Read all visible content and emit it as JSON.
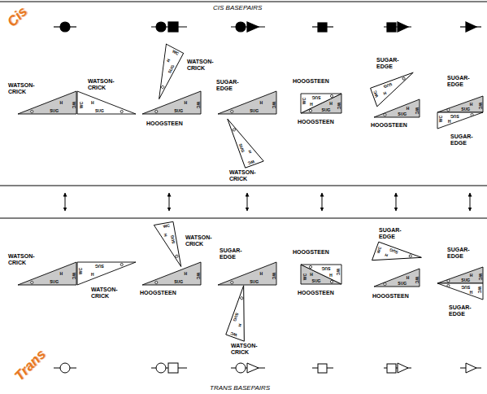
{
  "diagram": {
    "nodes": [
      {
        "text": [
          "SUG",
          "H",
          "WC"
        ]
      },
      {
        "text": [
          "SUG",
          "H",
          "WC"
        ]
      },
      {
        "text": [
          "SUG",
          "H",
          "WC"
        ]
      },
      {
        "text": [
          "SUG",
          "H",
          "WC"
        ]
      },
      {
        "text": [
          "SUG",
          "H",
          "WC"
        ]
      },
      {
        "text": [
          "SUG",
          "H",
          "WC"
        ]
      },
      {
        "text": [
          "SUG",
          "H",
          "WC"
        ]
      },
      {
        "text": [
          "SUG",
          "H",
          "WC"
        ]
      },
      {
        "text": [
          "SUG",
          "H",
          "WC"
        ]
      },
      {
        "text": [
          "SUG",
          "H",
          "WC"
        ]
      },
      {
        "text": [
          "SUG",
          "H",
          "WC"
        ]
      },
      {
        "text": [
          "SUG",
          "H",
          "WC"
        ]
      },
      {
        "text": [
          "SUG",
          "H",
          "WC"
        ]
      },
      {
        "text": [
          "SUG",
          "H",
          "WC"
        ]
      },
      {
        "text": [
          "SUG",
          "H",
          "WC"
        ]
      },
      {
        "text": [
          "SUG",
          "H",
          "WC"
        ]
      },
      {
        "text": [
          "SUG",
          "H",
          "WC"
        ]
      },
      {
        "text": [
          "SUG",
          "H",
          "WC"
        ]
      },
      {
        "text": [
          "SUG",
          "H",
          "WC"
        ]
      },
      {
        "text": [
          "SUG",
          "H",
          "WC"
        ]
      },
      {
        "text": [
          "SUG",
          "H",
          "WC"
        ]
      },
      {
        "text": [
          "SUG",
          "H",
          "WC"
        ]
      },
      {
        "text": [
          "SUG",
          "H",
          "WC"
        ]
      },
      {
        "text": [
          "SUG",
          "H",
          "WC"
        ]
      }
    ],
    "labels": [
      "Cis",
      "CIS BASEPAIRS",
      "WATSON-CRICK",
      "WATSON-CRICK",
      "WATSON-CRICK",
      "HOOGSTEEN",
      "SUGAR-EDGE",
      "WATSON-CRICK",
      "HOOGSTEEN",
      "HOOGSTEEN",
      "SUGAR-EDGE",
      "HOOGSTEEN",
      "SUGAR-EDGE",
      "SUGAR-EDGE",
      "Trans",
      "WATSON-CRICK",
      "WATSON-CRICK",
      "WATSON-CRICK",
      "HOOGSTEEN",
      "SUGAR-EDGE",
      "WATSON-CRICK",
      "HOOGSTEEN",
      "HOOGSTEEN",
      "SUGAR-EDGE",
      "HOOGSTEEN",
      "SUGAR-EDGE",
      "SUGAR-EDGE",
      "TRANS BASEPAIRS"
    ]
  }
}
